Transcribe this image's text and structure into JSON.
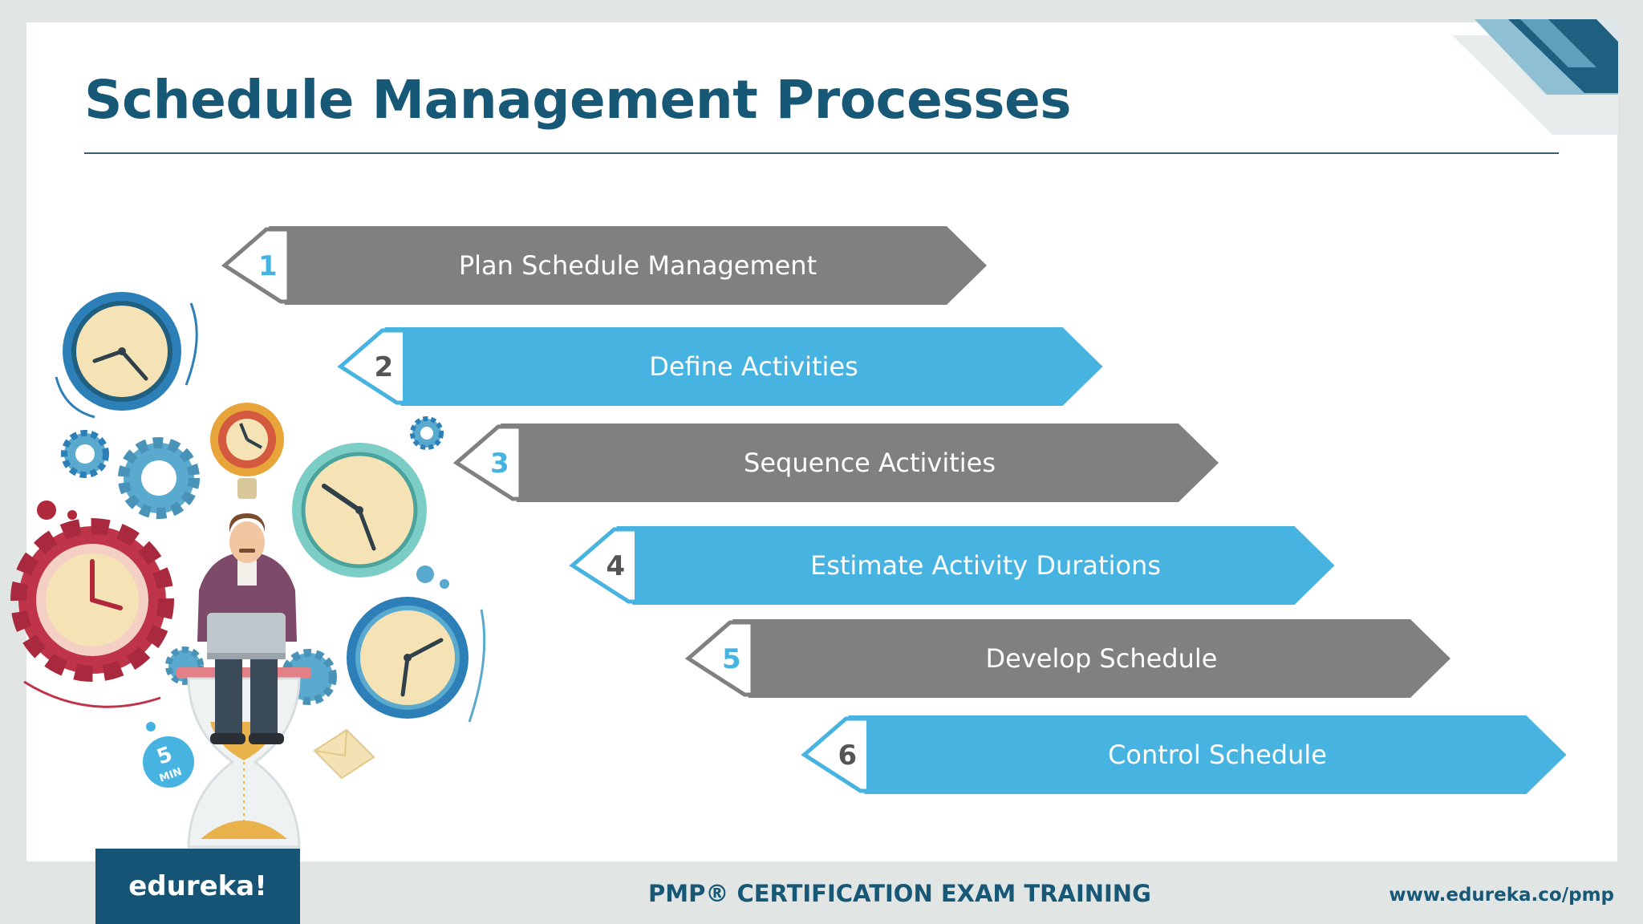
{
  "slide": {
    "title": "Schedule Management Processes"
  },
  "steps": [
    {
      "number": "1",
      "label": "Plan Schedule Management",
      "color": "gray"
    },
    {
      "number": "2",
      "label": "Define Activities",
      "color": "blue"
    },
    {
      "number": "3",
      "label": "Sequence Activities",
      "color": "gray"
    },
    {
      "number": "4",
      "label": "Estimate Activity Durations",
      "color": "blue"
    },
    {
      "number": "5",
      "label": "Develop Schedule",
      "color": "gray"
    },
    {
      "number": "6",
      "label": "Control Schedule",
      "color": "blue"
    }
  ],
  "illustration": {
    "badge_number": "5",
    "badge_unit": "MIN"
  },
  "footer": {
    "logo": "edureka!",
    "center": "PMP® CERTIFICATION EXAM TRAINING",
    "url": "www.edureka.co/pmp"
  },
  "colors": {
    "title": "#185877",
    "gray_bar": "#808080",
    "blue_bar": "#46b3e1",
    "footer_logo_bg": "#165476",
    "num_on_gray": "#46b3e1",
    "num_on_blue": "#555555"
  }
}
